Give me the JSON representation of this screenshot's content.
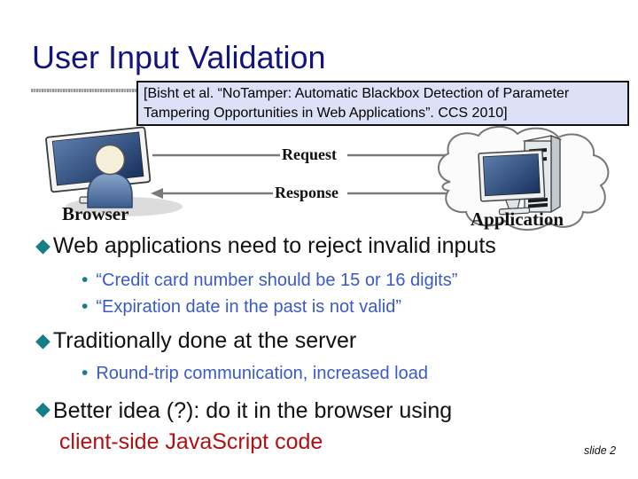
{
  "slide": {
    "title": "User Input Validation",
    "slide_number": "slide 2",
    "colors": {
      "title_navy": "#14147e",
      "accent_teal": "#157f85",
      "sub_bullet_blue": "#3a5ac6",
      "highlight_red": "#b01212",
      "citation_bg": "#dce1f8",
      "arrow_gray": "#7a7a7a"
    }
  },
  "citation": {
    "line1": "[Bisht et al. “NoTamper: Automatic Blackbox Detection of Parameter",
    "line2": "Tampering Opportunities in Web Applications”. CCS 2010]"
  },
  "diagram": {
    "request_label": "Request",
    "response_label": "Response",
    "browser_label": "Browser",
    "application_label": "Application"
  },
  "icons": {
    "bullet_diamond": "◆",
    "bullet_dot": "•"
  },
  "bullets": [
    {
      "level": 1,
      "text": "Web applications need to reject invalid inputs"
    },
    {
      "level": 2,
      "text": "“Credit card number should be 15 or 16 digits”"
    },
    {
      "level": 2,
      "text": "“Expiration date in the past is not valid”"
    },
    {
      "level": 1,
      "text": "Traditionally done at the server"
    },
    {
      "level": 2,
      "text": "Round-trip communication, increased load"
    },
    {
      "level": 1,
      "text": "Better idea (?): do it in the browser using",
      "text2": "client-side JavaScript code"
    }
  ]
}
